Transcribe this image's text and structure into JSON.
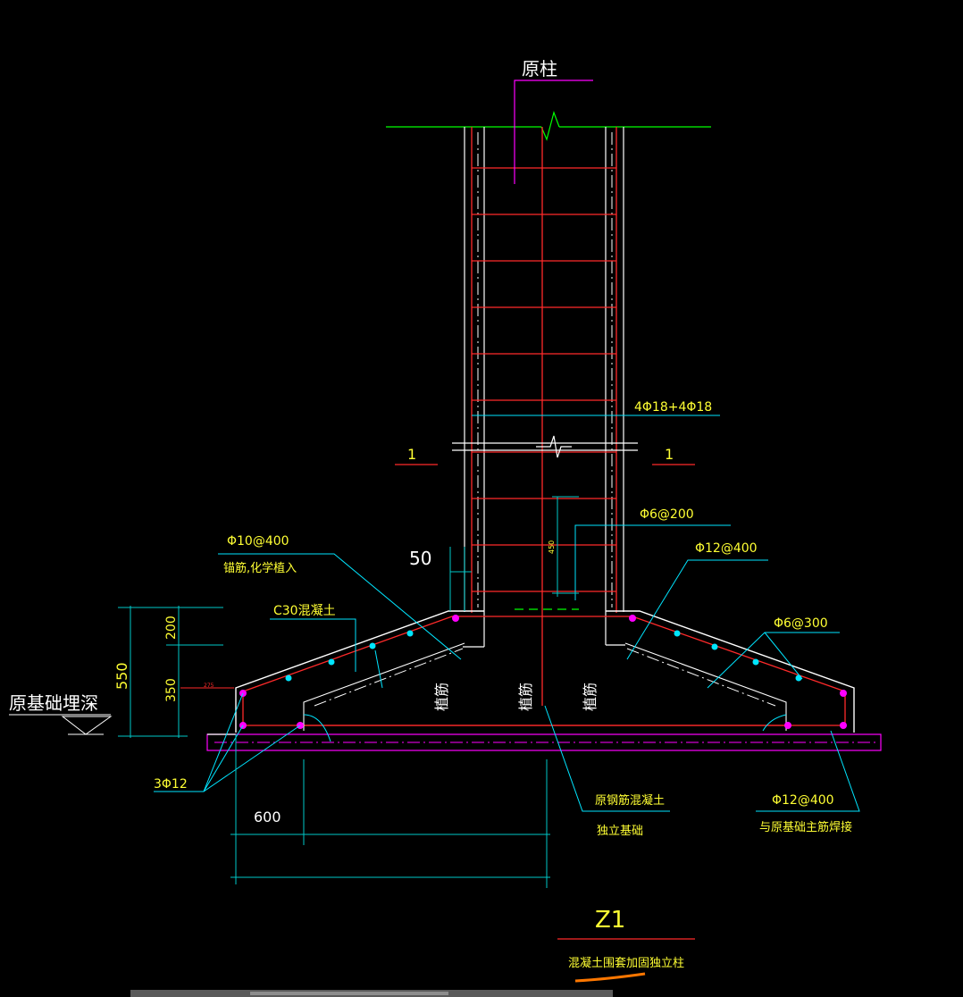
{
  "labels": {
    "original_column": "原柱",
    "main_rebar": "4Φ18+4Φ18",
    "section_mark_left": "1",
    "section_mark_right": "1",
    "stirrup": "Φ6@200",
    "dim_50": "50",
    "dim_450": "450",
    "anchor_rebar_spec": "Φ10@400",
    "anchor_rebar_note": "锚筋,化学植入",
    "concrete_grade": "C30混凝土",
    "right_rebar_top": "Φ12@400",
    "right_rebar_dist": "Φ6@300",
    "dim_200": "200",
    "dim_350": "350",
    "dim_550": "550",
    "dim_275": "275",
    "foundation_depth": "原基础埋深",
    "planted_bar_1": "植筋",
    "planted_bar_2": "植筋",
    "planted_bar_3": "植筋",
    "bottom_left_rebar": "3Φ12",
    "original_footing_1": "原钢筋混凝土",
    "original_footing_2": "独立基础",
    "weld_rebar_spec": "Φ12@400",
    "weld_note": "与原基础主筋焊接",
    "dim_600": "600",
    "detail_id": "Z1",
    "detail_title": "混凝土围套加固独立柱"
  },
  "colors": {
    "background": "#000000",
    "concrete_outline": "#ffffff",
    "rebar": "#ff2a2a",
    "leader": "#00e5ff",
    "text_yellow": "#ffff33",
    "ground": "#00ff00",
    "magenta": "#ff00ff",
    "dim_line": "#00c8c8",
    "accent_orange": "#ff7700"
  }
}
